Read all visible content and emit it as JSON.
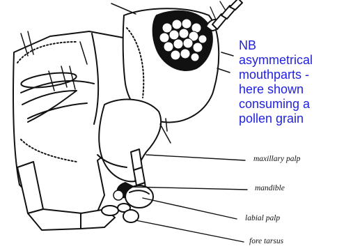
{
  "note": {
    "lines": [
      "NB",
      "asymmetrical",
      "mouthparts -",
      "here shown",
      "consuming a",
      "pollen grain"
    ],
    "color": "#1f1fe0"
  },
  "labels": {
    "maxillary_palp": "maxillary palp",
    "mandible": "mandible",
    "labial_palp": "labial palp",
    "fore_tarsus": "fore tarsus"
  }
}
